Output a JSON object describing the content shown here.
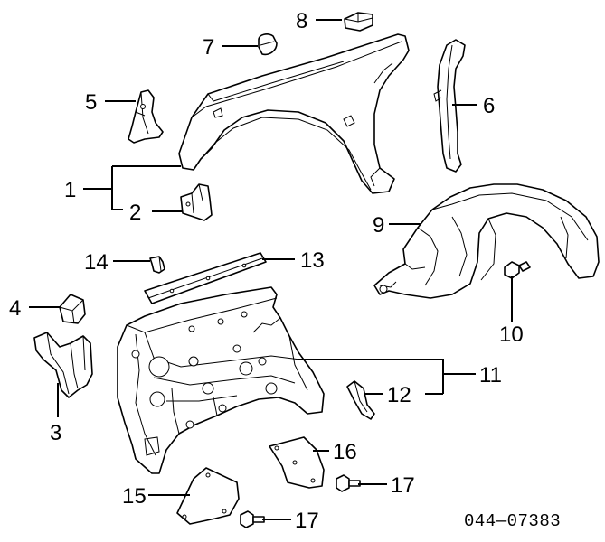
{
  "diagram": {
    "callouts": {
      "c1": "1",
      "c2": "2",
      "c3": "3",
      "c4": "4",
      "c5": "5",
      "c6": "6",
      "c7": "7",
      "c8": "8",
      "c9": "9",
      "c10": "10",
      "c11": "11",
      "c12": "12",
      "c13": "13",
      "c14": "14",
      "c15": "15",
      "c16": "16",
      "c17a": "17",
      "c17b": "17"
    },
    "catalog_number": "044—07383"
  }
}
